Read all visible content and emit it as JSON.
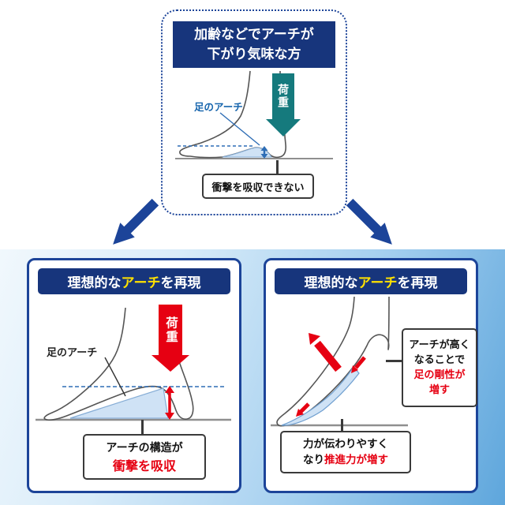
{
  "colors": {
    "navy": "#1c4499",
    "title_bg": "#17357c",
    "teal_load": "#157a7d",
    "red": "#e60012",
    "yellow_highlight": "#ffe100",
    "arch_fill": "#cfe2f5",
    "label_blue": "#1765ad",
    "bottom_gradient_start": "#f1f8fd",
    "bottom_gradient_end": "#5ea6dc"
  },
  "icons": {
    "load_arrow": "down-arrow-shape",
    "double_arrow": "up-down-arrow-shape",
    "flow_arrow": "diagonal-arrow-shape",
    "propulsion_arrow": "up-left-arrow-shape"
  },
  "top": {
    "title_line1": "加齢などでアーチが",
    "title_line2": "下がり気味な方",
    "arch_label": "足のアーチ",
    "load_label": "荷重",
    "callout": "衝撃を吸収できない"
  },
  "left": {
    "title_pre": "理想的な",
    "title_mid": "アーチ",
    "title_post": "を再現",
    "arch_label": "足のアーチ",
    "load_label": "荷重",
    "callout_black": "アーチの構造が",
    "callout_red": "衝撃を吸収"
  },
  "right": {
    "title_pre": "理想的な",
    "title_mid": "アーチ",
    "title_post": "を再現",
    "side_line1": "アーチが高く",
    "side_line2": "なることで",
    "side_line3": "足の剛性が",
    "side_line4": "増す",
    "bottom_black": "力が伝わりやすく",
    "bottom_mid": "なり",
    "bottom_red": "推進力が増す"
  }
}
